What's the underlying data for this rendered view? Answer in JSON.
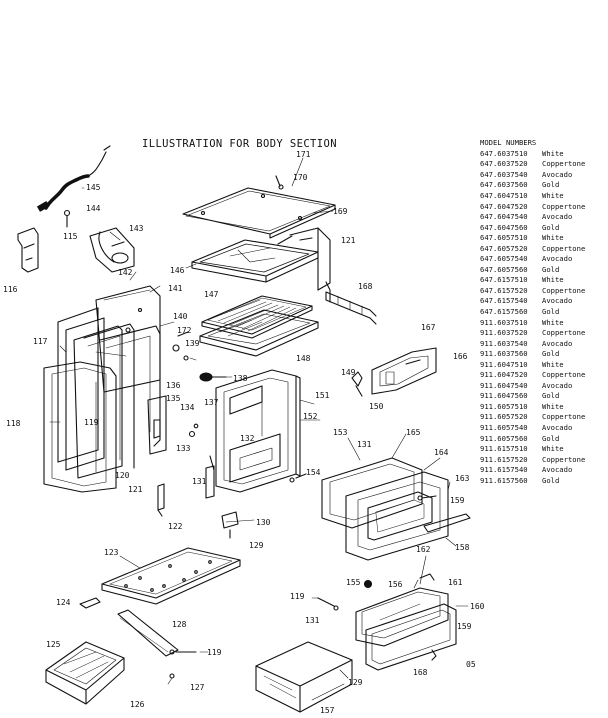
{
  "title": "ILLUSTRATION FOR BODY SECTION",
  "model_numbers": {
    "heading": "MODEL NUMBERS",
    "rows": [
      {
        "number": "647.6037510",
        "color": "White"
      },
      {
        "number": "647.6037520",
        "color": "Coppertone"
      },
      {
        "number": "647.6037540",
        "color": "Avocado"
      },
      {
        "number": "647.6037560",
        "color": "Gold"
      },
      {
        "number": "647.6047510",
        "color": "White"
      },
      {
        "number": "647.6047520",
        "color": "Coppertone"
      },
      {
        "number": "647.6047540",
        "color": "Avocado"
      },
      {
        "number": "647.6047560",
        "color": "Gold"
      },
      {
        "number": "647.6057510",
        "color": "White"
      },
      {
        "number": "647.6057520",
        "color": "Coppertone"
      },
      {
        "number": "647.6057540",
        "color": "Avocado"
      },
      {
        "number": "647.6057560",
        "color": "Gold"
      },
      {
        "number": "647.6157510",
        "color": "White"
      },
      {
        "number": "647.6157520",
        "color": "Coppertone"
      },
      {
        "number": "647.6157540",
        "color": "Avocado"
      },
      {
        "number": "647.6157560",
        "color": "Gold"
      },
      {
        "number": "911.6037510",
        "color": "White"
      },
      {
        "number": "911.6037520",
        "color": "Coppertone"
      },
      {
        "number": "911.6037540",
        "color": "Avocado"
      },
      {
        "number": "911.6037560",
        "color": "Gold"
      },
      {
        "number": "911.6047510",
        "color": "White"
      },
      {
        "number": "911.6047520",
        "color": "Coppertone"
      },
      {
        "number": "911.6047540",
        "color": "Avocado"
      },
      {
        "number": "911.6047560",
        "color": "Gold"
      },
      {
        "number": "911.6057510",
        "color": "White"
      },
      {
        "number": "911.6057520",
        "color": "Coppertone"
      },
      {
        "number": "911.6057540",
        "color": "Avocado"
      },
      {
        "number": "911.6057560",
        "color": "Gold"
      },
      {
        "number": "911.6157510",
        "color": "White"
      },
      {
        "number": "911.6157520",
        "color": "Coppertone"
      },
      {
        "number": "911.6157540",
        "color": "Avocado"
      },
      {
        "number": "911.6157560",
        "color": "Gold"
      }
    ]
  },
  "part_labels": {
    "p171": "171",
    "p170": "170",
    "p169": "169",
    "p145": "145",
    "p144": "144",
    "p143": "143",
    "p115": "115",
    "p116": "116",
    "p121a": "121",
    "p146": "146",
    "p142": "142",
    "p141": "141",
    "p140": "140",
    "p172": "172",
    "p139": "139",
    "p147": "147",
    "p148": "148",
    "p168": "168",
    "p167": "167",
    "p166": "166",
    "p117": "117",
    "p138": "138",
    "p136": "136",
    "p135": "135",
    "p134": "134",
    "p137": "137",
    "p151": "151",
    "p152": "152",
    "p149": "149",
    "p150": "150",
    "p118": "118",
    "p119a": "119",
    "p120": "120",
    "p121b": "121",
    "p133": "133",
    "p132": "132",
    "p131a": "131",
    "p153": "153",
    "p131b": "131",
    "p165": "165",
    "p164": "164",
    "p163": "163",
    "p154": "154",
    "p159a": "159",
    "p122": "122",
    "p130": "130",
    "p129a": "129",
    "p158": "158",
    "p123": "123",
    "p162": "162",
    "p155": "155",
    "p156": "156",
    "p161": "161",
    "p124": "124",
    "p119b": "119",
    "p160": "160",
    "p128": "128",
    "p131c": "131",
    "p159b": "159",
    "p125": "125",
    "p119c": "119",
    "p168b": "168",
    "p05": "05",
    "p129b": "129",
    "p127": "127",
    "p126": "126",
    "p157": "157"
  }
}
